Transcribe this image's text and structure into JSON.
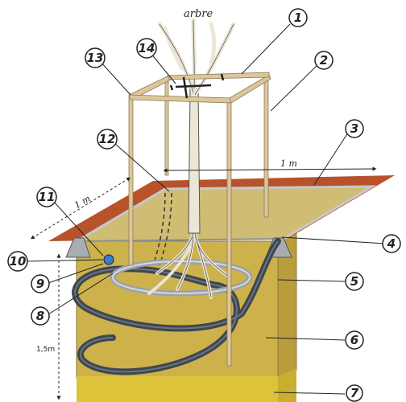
{
  "title": "arbre",
  "dimensions": {
    "width_label": "1 m",
    "depth_label": "1 m",
    "height_label": "1,5m"
  },
  "callouts": [
    "1",
    "2",
    "3",
    "4",
    "5",
    "6",
    "7",
    "8",
    "9",
    "10",
    "11",
    "12",
    "13",
    "14"
  ],
  "colors": {
    "topsoil": "#b7522b",
    "soil_front": "#cdb24c",
    "soil_side": "#c7ab45",
    "gravel": "#ddc33a",
    "wood": "#ddc79a",
    "pipe": "#3f4650",
    "drain": "#9aa1a8",
    "outline": "#222222"
  }
}
